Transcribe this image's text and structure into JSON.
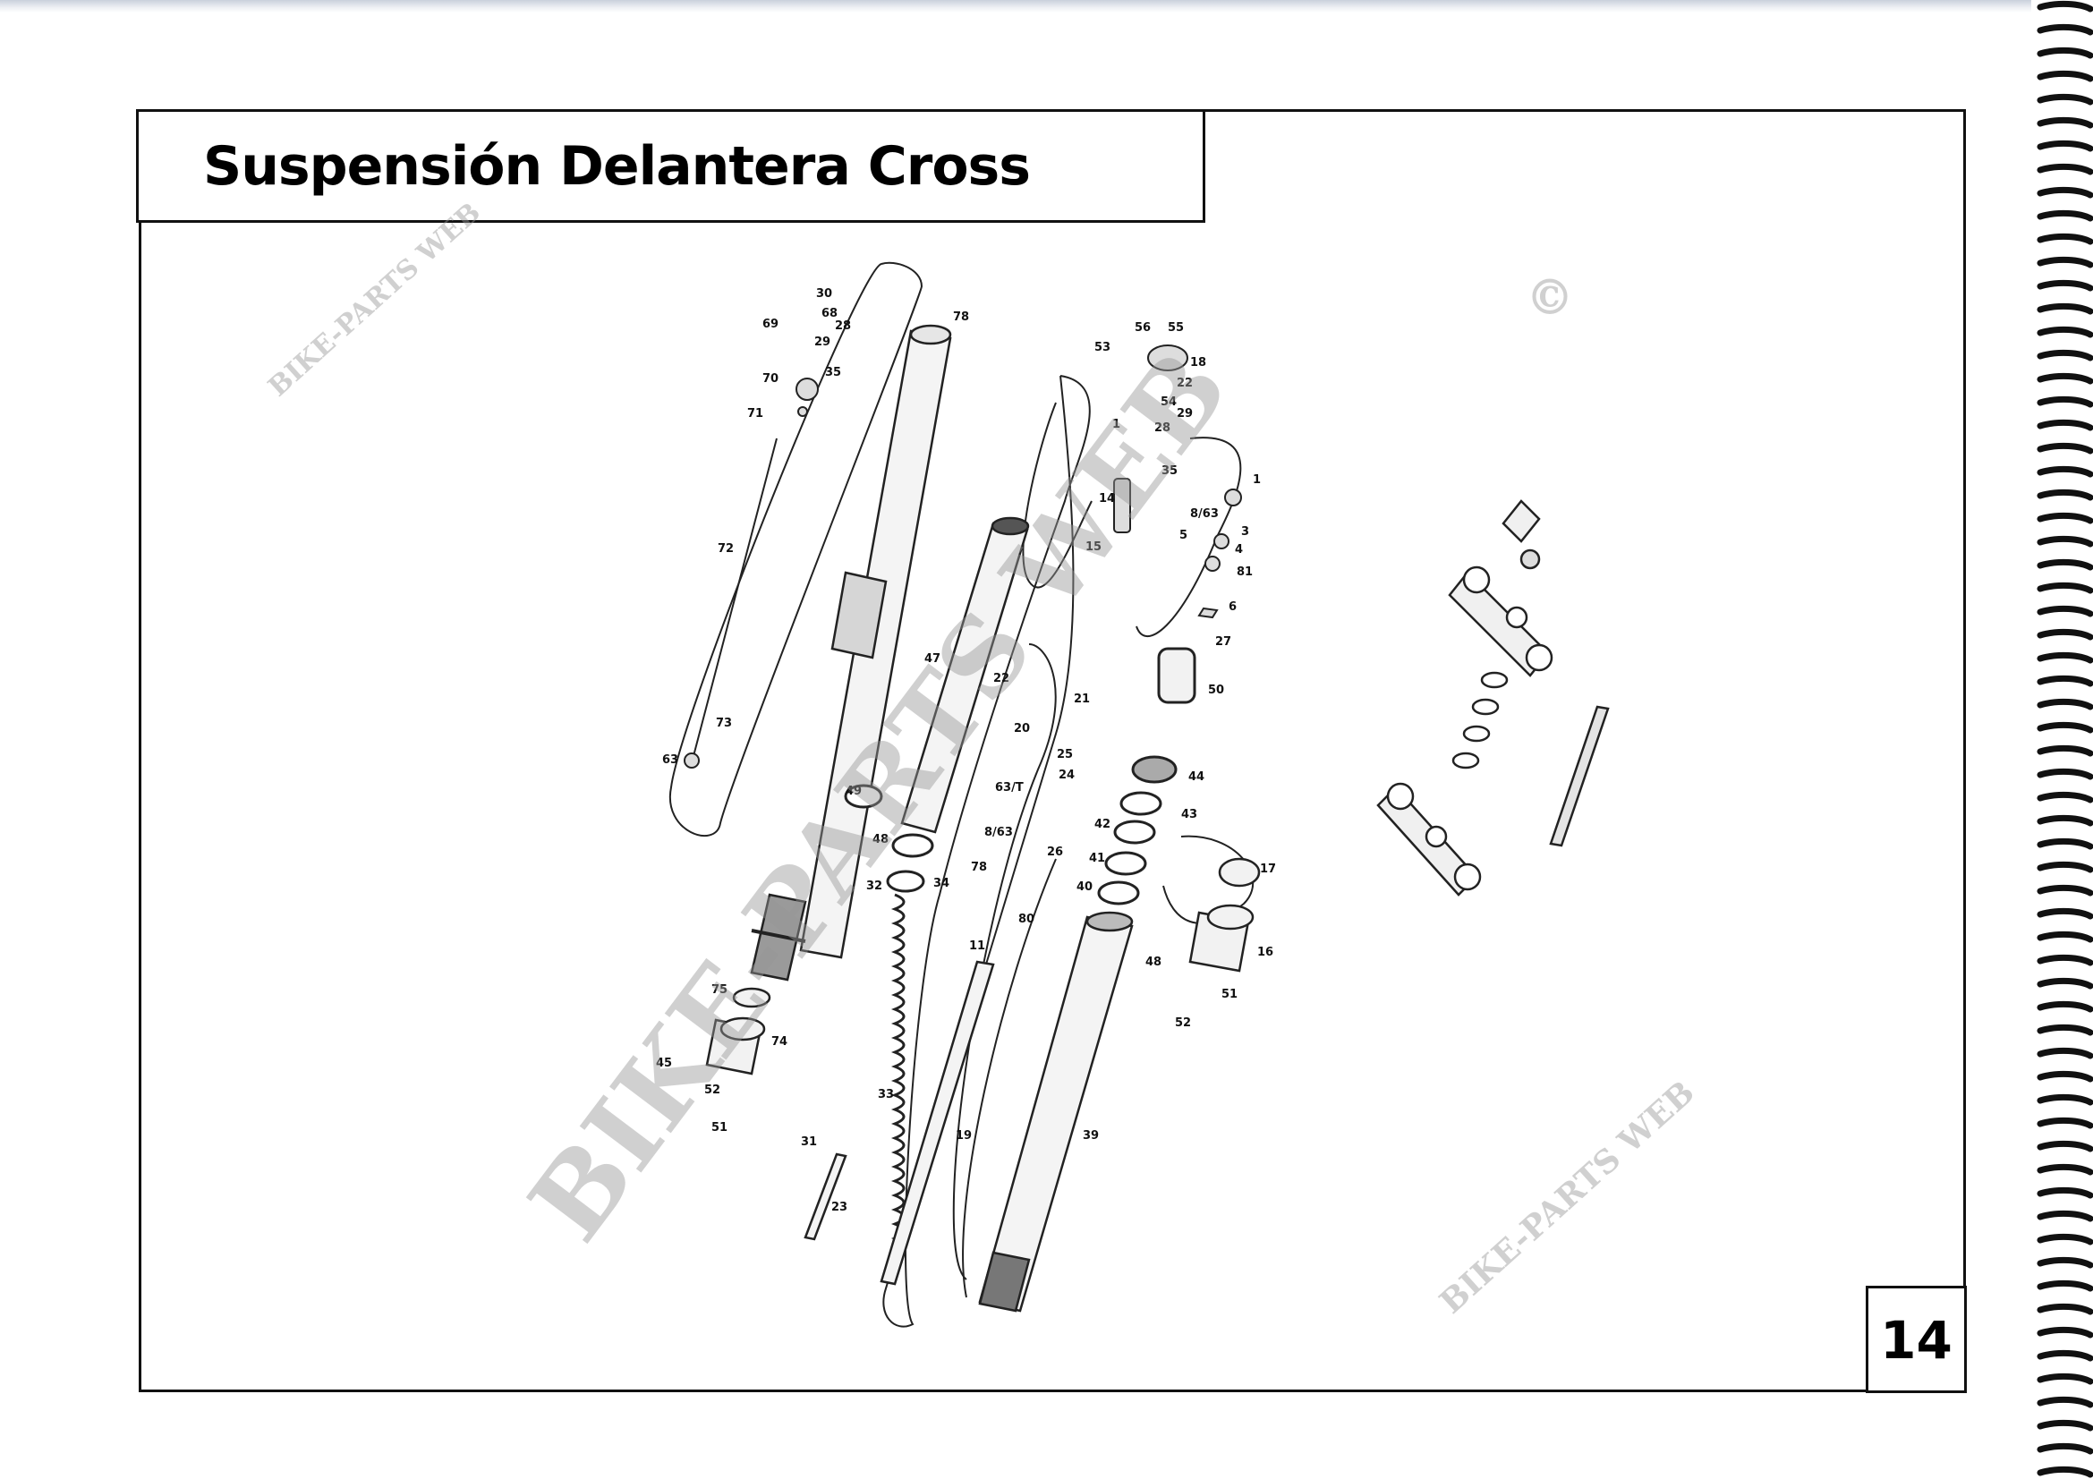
{
  "page": {
    "title": "Suspensión Delantera Cross",
    "page_number": "14"
  },
  "watermarks": {
    "main": "BIKE-PARTS WEB",
    "copyright": "©",
    "small_top": "BIKE-PARTS WEB",
    "small_bottom": "BIKE-PARTS WEB"
  },
  "callouts": {
    "c30": "30",
    "c68": "68",
    "c28a": "28",
    "c69": "69",
    "c29a": "29",
    "c78a": "78",
    "c70": "70",
    "c35a": "35",
    "c71": "71",
    "c72": "72",
    "c73": "73",
    "c63a": "63",
    "c56": "56",
    "c55": "55",
    "c53": "53",
    "c18": "18",
    "c22a": "22",
    "c54": "54",
    "c29b": "29",
    "c1a": "1",
    "c28b": "28",
    "c35b": "35",
    "c1b": "1",
    "c14": "14",
    "c863a": "8/63",
    "c5": "5",
    "c3": "3",
    "c4": "4",
    "c15": "15",
    "c81": "81",
    "c6": "6",
    "c27": "27",
    "c50": "50",
    "c47": "47",
    "c22b": "22",
    "c21": "21",
    "c20": "20",
    "c25": "25",
    "c24": "24",
    "c63t": "63/T",
    "c49": "49",
    "c48a": "48",
    "c863b": "8/63",
    "c26": "26",
    "c78b": "78",
    "c32": "32",
    "c34": "34",
    "c80": "80",
    "c11": "11",
    "c44": "44",
    "c43": "43",
    "c42": "42",
    "c41": "41",
    "c40": "40",
    "c17": "17",
    "c16": "16",
    "c48b": "48",
    "c51a": "51",
    "c52a": "52",
    "c75": "75",
    "c74": "74",
    "c45": "45",
    "c52b": "52",
    "c51b": "51",
    "c33": "33",
    "c31": "31",
    "c23": "23",
    "c19": "19",
    "c39": "39"
  }
}
